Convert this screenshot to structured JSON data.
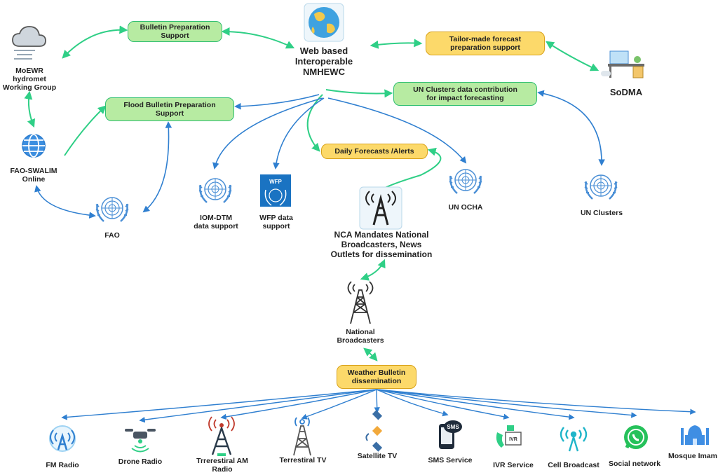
{
  "hub": {
    "label_line1": "Web based",
    "label_line2": "Interoperable",
    "label_line3": "NMHEWC"
  },
  "boxes": {
    "bulletin_prep": {
      "line1": "Bulletin Preparation",
      "line2": "Support"
    },
    "tailor_made": {
      "line1": "Tailor-made forecast",
      "line2": "preparation support"
    },
    "flood_bulletin": {
      "line1": "Flood Bulletin Preparation",
      "line2": "Support"
    },
    "un_clusters_data": {
      "line1": "UN Clusters data contribution",
      "line2": "for impact forecasting"
    },
    "daily_forecasts": {
      "line1": "Daily Forecasts /Alerts"
    },
    "weather_bulletin": {
      "line1": "Weather Bulletin",
      "line2": "dissemination"
    }
  },
  "nodes": {
    "moewr": {
      "line1": "MoEWR",
      "line2": "hydromet",
      "line3": "Working Group"
    },
    "sodma": {
      "line1": "SoDMA"
    },
    "fao_swalim": {
      "line1": "FAO-SWALIM",
      "line2": "Online"
    },
    "fao": {
      "line1": "FAO"
    },
    "iom": {
      "line1": "IOM-DTM",
      "line2": "data support"
    },
    "wfp": {
      "line1": "WFP  data",
      "line2": "support",
      "logo_text": "WFP"
    },
    "un_ocha": {
      "line1": "UN OCHA"
    },
    "un_clusters": {
      "line1": "UN Clusters"
    },
    "nca": {
      "line1": "NCA Mandates  National",
      "line2": "Broadcasters, News",
      "line3": "Outlets for dissemination"
    },
    "national_broadcasters": {
      "line1": "National",
      "line2": "Broadcasters"
    }
  },
  "channels": [
    {
      "label": "FM Radio",
      "icon": "fm-radio-icon"
    },
    {
      "label": "Drone Radio",
      "icon": "drone-icon"
    },
    {
      "label": "Trrerestiral AM",
      "label2": "Radio",
      "icon": "am-tower-icon"
    },
    {
      "label": "Terrestiral TV",
      "icon": "tv-tower-icon"
    },
    {
      "label": "Satellite TV",
      "icon": "satellite-icon"
    },
    {
      "label": "SMS Service",
      "icon": "sms-phone-icon",
      "icon_text": "SMS"
    },
    {
      "label": "IVR Service",
      "icon": "ivr-icon",
      "icon_text": "IVR"
    },
    {
      "label": "Cell Broadcast",
      "icon": "cell-broadcast-icon"
    },
    {
      "label": "Social network",
      "icon": "whatsapp-icon"
    },
    {
      "label": "Mosque Imam",
      "icon": "mosque-icon"
    }
  ],
  "colors": {
    "green_arrow": "#2fcf86",
    "blue_arrow": "#2f7fd0",
    "green_box": "#b7eba2",
    "yellow_box": "#fcd96a",
    "un_blue": "#4a8fd6"
  }
}
